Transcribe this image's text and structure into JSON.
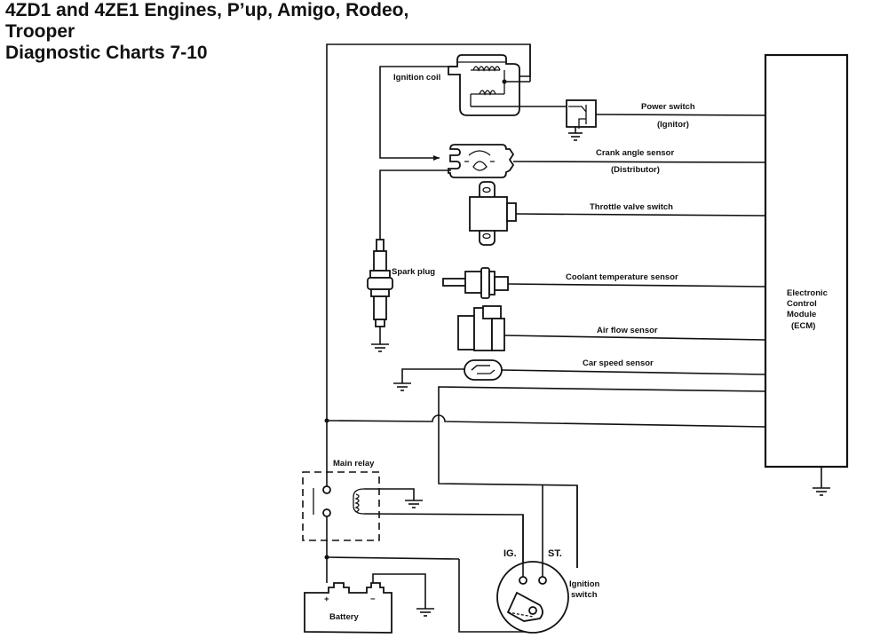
{
  "title": {
    "line1": "4ZD1 and 4ZE1 Engines, P’up, Amigo, Rodeo,",
    "line2": "Trooper",
    "line3": "Diagnostic Charts 7-10"
  },
  "components": {
    "ignition_coil": "Ignition coil",
    "power_switch": "Power switch",
    "power_switch_sub": "(Ignitor)",
    "crank_angle_sensor": "Crank angle sensor",
    "crank_angle_sensor_sub": "(Distributor)",
    "throttle_valve_switch": "Throttle valve switch",
    "spark_plug": "Spark plug",
    "coolant_temperature_sensor": "Coolant temperature sensor",
    "air_flow_sensor": "Air flow sensor",
    "car_speed_sensor": "Car speed sensor",
    "ecm_line1": "Electronic",
    "ecm_line2": "Control",
    "ecm_line3": "Module",
    "ecm_line4": "(ECM)",
    "main_relay": "Main relay",
    "battery": "Battery",
    "battery_plus": "+",
    "battery_minus": "−",
    "ignition_switch_line1": "Ignition",
    "ignition_switch_line2": "switch",
    "ig_terminal": "IG.",
    "st_terminal": "ST."
  }
}
